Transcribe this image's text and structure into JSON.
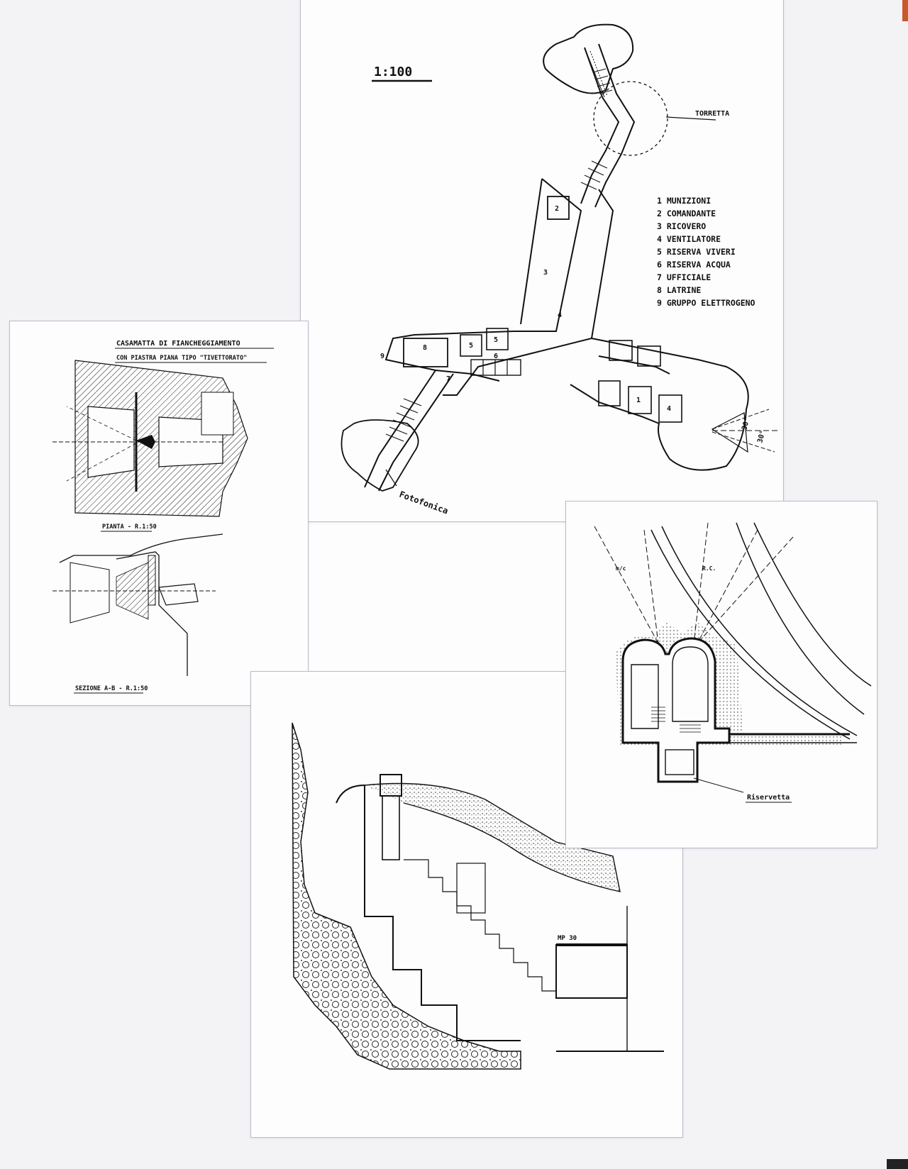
{
  "main_plan": {
    "scale": "1:100",
    "turret_label": "TORRETTA",
    "exit_label": "Fotofonica",
    "angle_label_a": "30°",
    "angle_label_b": "30°",
    "legend": [
      "1 MUNIZIONI",
      "2 COMANDANTE",
      "3 RICOVERO",
      "4 VENTILATORE",
      "5 RISERVA VIVERI",
      "6 RISERVA ACQUA",
      "7 UFFICIALE",
      "8 LATRINE",
      "9 GRUPPO ELETTROGENO"
    ],
    "room_numbers": [
      "2",
      "3",
      "4",
      "5",
      "5",
      "6",
      "7",
      "8",
      "9",
      "1",
      "4"
    ]
  },
  "casamatta": {
    "title_line1": "CASAMATTA DI FIANCHEGGIAMENTO",
    "title_line2": "CON PIASTRA PIANA TIPO \"TIVETTORATO\"",
    "plan_caption": "PIANTA - R.1:50",
    "section_caption": "SEZIONE A-B - R.1:50"
  },
  "section": {
    "label": "MP 30"
  },
  "riservetta": {
    "label": "Riservetta",
    "mark_a": "m/c",
    "mark_b": "R.C."
  }
}
